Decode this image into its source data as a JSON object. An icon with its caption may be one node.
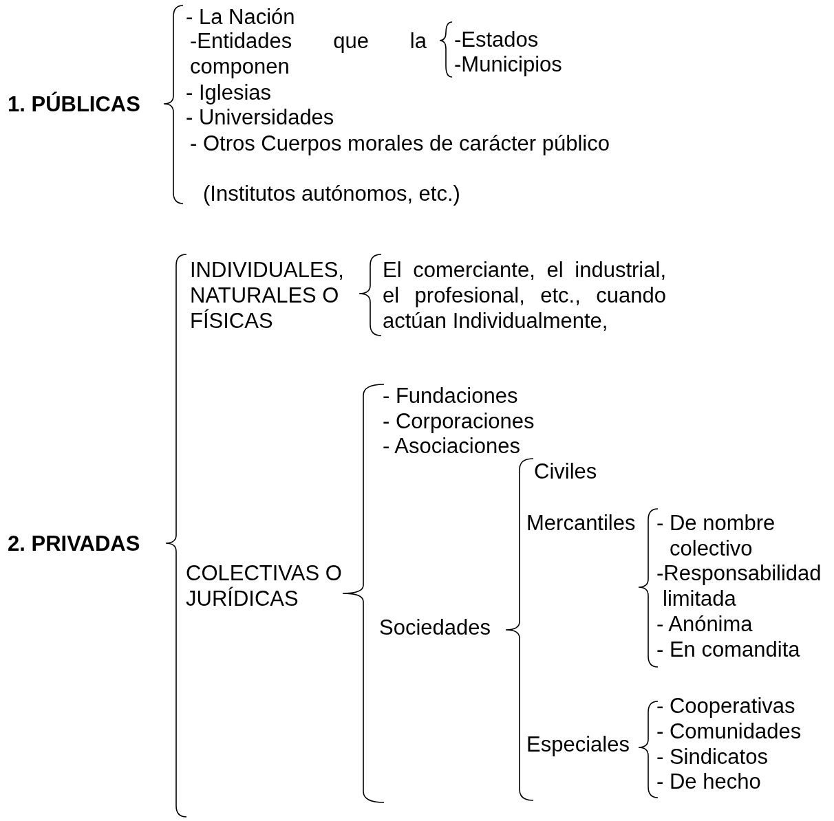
{
  "diagram": {
    "labels": [
      "1. PÚBLICAS",
      "- La Nación",
      "-Entidades que la componen",
      "-Estados",
      "-Municipios",
      "- Iglesias",
      "- Universidades",
      "- Otros Cuerpos morales de carácter público",
      "(Institutos autónomos, etc.)",
      "2. PRIVADAS",
      "INDIVIDUALES, NATURALES O FÍSICAS",
      "El comerciante, el industrial, el profesional, etc., cuando actúan Individualmente,",
      "COLECTIVAS O JURÍDICAS",
      "- Fundaciones",
      "- Corporaciones",
      "- Asociaciones",
      "Sociedades",
      "Civiles",
      "Mercantiles",
      "- De nombre colectivo",
      "-Responsabilidad limitada",
      "- Anónima",
      "- En comandita",
      "Especiales",
      "- Cooperativas",
      "- Comunidades",
      "- Sindicatos",
      "- De hecho"
    ]
  }
}
